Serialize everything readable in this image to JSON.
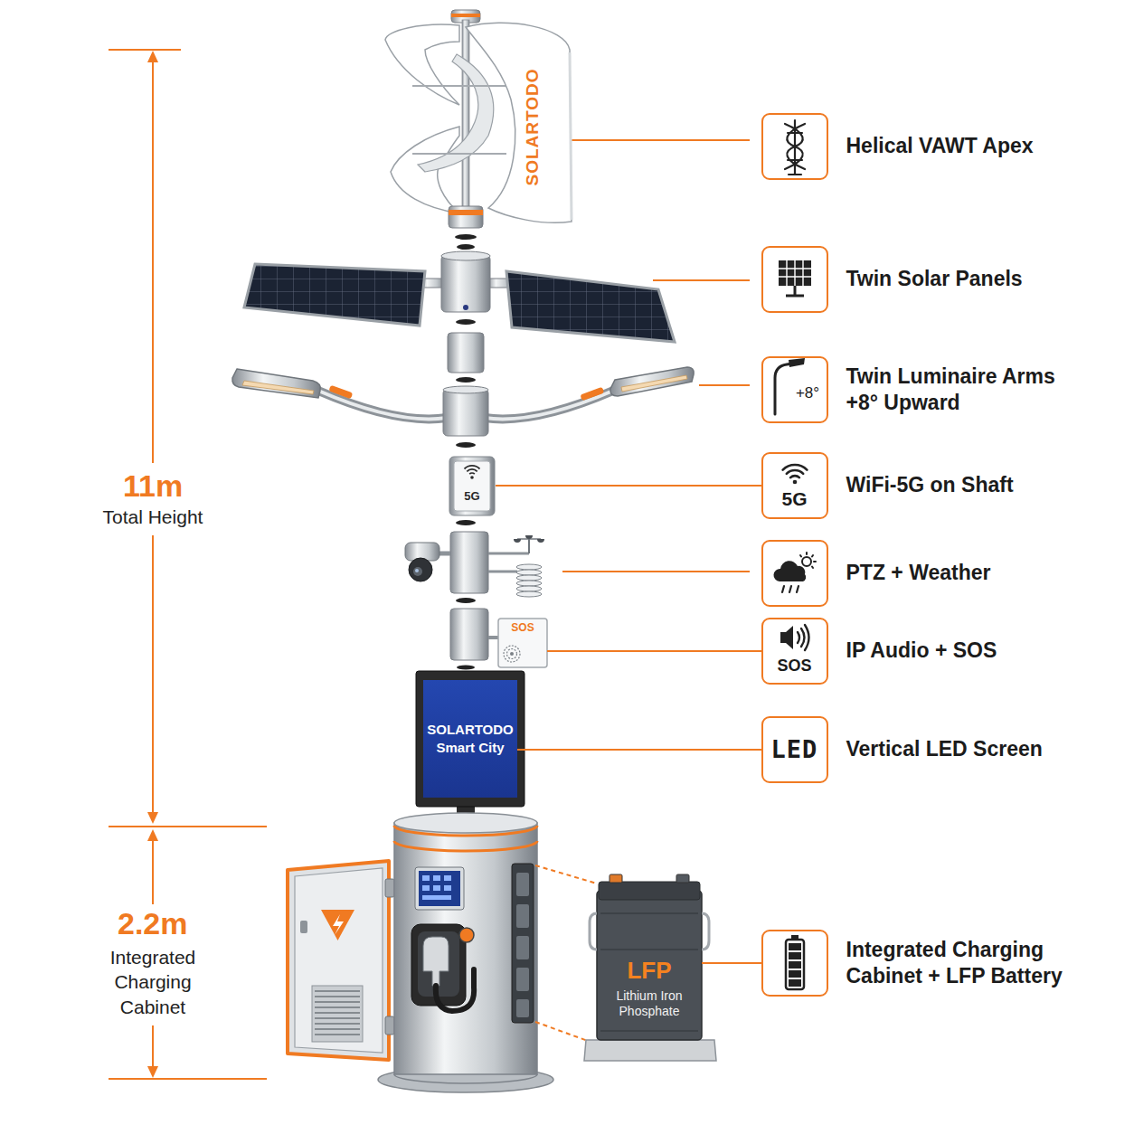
{
  "diagram": {
    "nodes": [
      {
        "text": [
          "Helical VAWT Apex"
        ]
      },
      {
        "text": [
          "Twin Solar Panels"
        ]
      },
      {
        "text": [
          "+8°",
          "Twin Luminaire Arms +8° Upward"
        ]
      },
      {
        "text": [
          "5G"
        ]
      },
      {
        "text": [
          "5G",
          "WiFi-5G on Shaft"
        ]
      },
      {
        "text": [
          "PTZ + Weather"
        ]
      },
      {
        "text": [
          "SOS"
        ]
      },
      {
        "text": [
          "SOS",
          "IP Audio + SOS"
        ]
      },
      {
        "text": [
          "SOLARTODO Smart City"
        ]
      },
      {
        "text": [
          "LED",
          "Vertical LED Screen"
        ]
      },
      {
        "text": [
          "LFP",
          "Lithium Iron Phosphate"
        ]
      },
      {
        "text": [
          "Integrated Charging Cabinet + LFP Battery"
        ]
      }
    ],
    "edges": [
      {
        "from": 3,
        "to": 4,
        "arrow": "none"
      },
      {
        "from": 6,
        "to": 7,
        "arrow": "none"
      },
      {
        "from": 8,
        "to": 9,
        "arrow": "none"
      },
      {
        "from": 10,
        "to": 11,
        "arrow": "none"
      }
    ],
    "labels": [
      "SOLARTODO",
      "11m",
      "Total Height",
      "2.2m",
      "Integrated Charging Cabinet"
    ]
  }
}
